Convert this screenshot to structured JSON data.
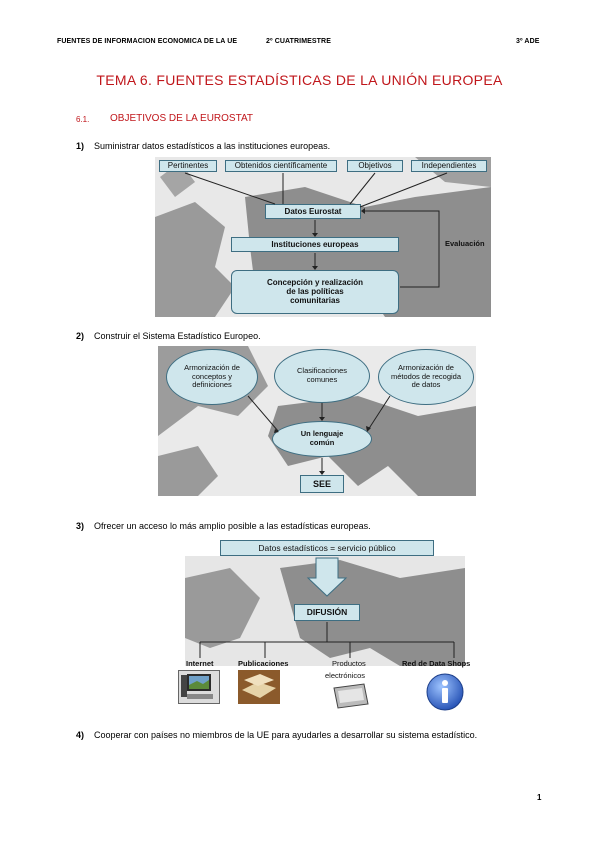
{
  "header": {
    "left": "FUENTES DE INFORMACION ECONOMICA DE LA UE",
    "middle": "2º CUATRIMESTRE",
    "right": "3º ADE"
  },
  "title": "TEMA 6. FUENTES ESTADÍSTICAS DE LA UNIÓN EUROPEA",
  "section": {
    "number": "6.1.",
    "title": "OBJETIVOS DE LA EUROSTAT"
  },
  "items": [
    {
      "num": "1)",
      "text": "Suministrar datos estadísticos a las instituciones europeas."
    },
    {
      "num": "2)",
      "text": "Construir el Sistema Estadístico Europeo."
    },
    {
      "num": "3)",
      "text": "Ofrecer un acceso lo más amplio posible a las estadísticas europeas."
    },
    {
      "num": "4)",
      "text": "Cooperar con países no miembros de la UE para ayudarles a desarrollar su sistema estadístico."
    }
  ],
  "figure1": {
    "top_boxes": [
      "Pertinentes",
      "Obtenidos científicamente",
      "Objetivos",
      "Independientes"
    ],
    "eurostat": "Datos Eurostat",
    "instituciones": "Instituciones europeas",
    "concepcion_1": "Concepción y realización",
    "concepcion_2": "de las políticas",
    "concepcion_3": "comunitarias",
    "evaluacion": "Evaluación"
  },
  "figure2": {
    "ellipse_1a": "Armonización de",
    "ellipse_1b": "conceptos y",
    "ellipse_1c": "definiciones",
    "ellipse_2a": "Clasificaciones",
    "ellipse_2b": "comunes",
    "ellipse_3a": "Armonización de",
    "ellipse_3b": "métodos de recogida",
    "ellipse_3c": "de datos",
    "center_a": "Un lenguaje",
    "center_b": "común",
    "see": "SEE"
  },
  "figure3": {
    "top": "Datos estadísticos = servicio público",
    "difusion": "DIFUSIÓN",
    "channels": [
      "Internet",
      "Publicaciones",
      "Productos",
      "electrónicos",
      "Red de Data Shops"
    ]
  },
  "page_number": "1",
  "colors": {
    "accent": "#c0161b",
    "box_fill": "#cfe6ec",
    "box_border": "#3e6e82",
    "map": "#8a8a8a"
  }
}
